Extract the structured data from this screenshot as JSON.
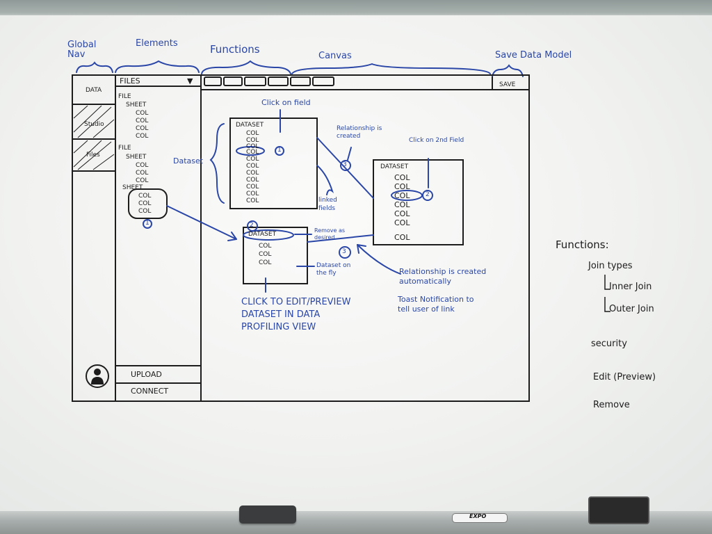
{
  "top_labels": {
    "global_nav": "Global Nav",
    "elements": "Elements",
    "functions": "Functions",
    "canvas": "Canvas",
    "save_data_model": "Save Data Model"
  },
  "global_nav": {
    "items": [
      "DATA",
      "Studio",
      "Files"
    ]
  },
  "files_panel": {
    "header": "FILES",
    "tree": [
      {
        "text": "FILE",
        "indent": 0
      },
      {
        "text": "SHEET",
        "indent": 1
      },
      {
        "text": "COL",
        "indent": 2
      },
      {
        "text": "COL",
        "indent": 2
      },
      {
        "text": "COL",
        "indent": 2
      },
      {
        "text": "COL",
        "indent": 2
      },
      {
        "text": "FILE",
        "indent": 0
      },
      {
        "text": "SHEET",
        "indent": 1
      },
      {
        "text": "COL",
        "indent": 2
      },
      {
        "text": "COL",
        "indent": 2
      },
      {
        "text": "COL",
        "indent": 2
      },
      {
        "text": "SHEET",
        "indent": 1
      },
      {
        "text": "COL",
        "indent": 2
      },
      {
        "text": "COL",
        "indent": 2
      },
      {
        "text": "COL",
        "indent": 2
      }
    ],
    "marker": "1",
    "upload": "UPLOAD",
    "connect": "CONNECT"
  },
  "canvas": {
    "save_button": "SAVE",
    "dataset1": {
      "title": "DATASET",
      "cols": [
        "COL",
        "COL",
        "COL",
        "COL",
        "COL",
        "COL",
        "COL",
        "COL",
        "COL",
        "COL",
        "COL"
      ],
      "marker": "1",
      "side_label": "Dataset"
    },
    "dataset2": {
      "title": "DATASET",
      "cols": [
        "COL",
        "COL",
        "COL",
        "COL",
        "COL",
        "COL",
        "COL"
      ],
      "marker": "2"
    },
    "dataset3": {
      "title": "DATASET",
      "cols": [
        "COL",
        "COL",
        "COL"
      ],
      "marker": "2"
    },
    "notes": {
      "click_on_field": "Click on field",
      "relationship_created": "Relationship is created",
      "relationship_marker": "3",
      "click_on_2nd_field": "Click on 2nd Field",
      "linked_fields": "linked fields",
      "remove_as_desired": "Remove as desired",
      "dataset_on_fly": "Dataset on the fly",
      "auto_marker": "3",
      "relationship_auto": "Relationship is created automatically",
      "toast": "Toast Notification to tell user of link",
      "click_to_edit": "CLICK TO EDIT/PREVIEW DATASET IN DATA PROFILING VIEW"
    }
  },
  "functions_list": {
    "heading": "Functions:",
    "items": [
      "Join types",
      "Inner Join",
      "Outer Join",
      "security",
      "Edit (Preview)",
      "Remove"
    ]
  },
  "tray": {
    "marker_label": "EXPO"
  },
  "colors": {
    "blue_ink": "#2a46a6",
    "black_ink": "#1c1c1c",
    "board": "#f2f3f1"
  }
}
